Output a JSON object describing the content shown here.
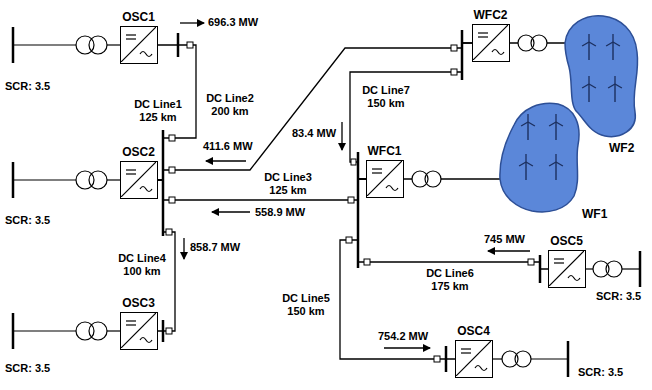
{
  "diagram": {
    "nodes": [
      {
        "text": [
          "OSC1"
        ]
      },
      {
        "text": [
          "WFC2"
        ]
      },
      {
        "text": [
          "WF2"
        ]
      },
      {
        "text": [
          "OSC2"
        ]
      },
      {
        "text": [
          "WFC1"
        ]
      },
      {
        "text": [
          "WF1"
        ]
      },
      {
        "text": [
          "OSC5"
        ]
      },
      {
        "text": [
          "OSC3"
        ]
      },
      {
        "text": [
          "OSC4"
        ]
      }
    ],
    "edges": [
      {
        "from": 0,
        "to": 3,
        "arrow": "none",
        "label": "DC Line1 125 km"
      },
      {
        "from": 3,
        "to": 1,
        "arrow": "none",
        "label": "DC Line2 200 km"
      },
      {
        "from": 4,
        "to": 3,
        "arrow": "none",
        "label": "DC Line3 125 km"
      },
      {
        "from": 3,
        "to": 7,
        "arrow": "none",
        "label": "DC Line4 100 km"
      },
      {
        "from": 4,
        "to": 8,
        "arrow": "none",
        "label": "DC Line5 150 km"
      },
      {
        "from": 6,
        "to": 4,
        "arrow": "none",
        "label": "DC Line6 175 km"
      },
      {
        "from": 1,
        "to": 4,
        "arrow": "none",
        "label": "DC Line7 150 km"
      },
      {
        "from": 1,
        "to": 2,
        "arrow": "none"
      },
      {
        "from": 4,
        "to": 5,
        "arrow": "none"
      }
    ],
    "labels": [
      "696.3 MW",
      "411.6 MW",
      "83.4 MW",
      "558.9 MW",
      "858.7 MW",
      "745 MW",
      "754.2 MW",
      "SCR: 3.5",
      "SCR: 3.5",
      "SCR: 3.5",
      "SCR: 3.5",
      "SCR: 3.5"
    ]
  }
}
